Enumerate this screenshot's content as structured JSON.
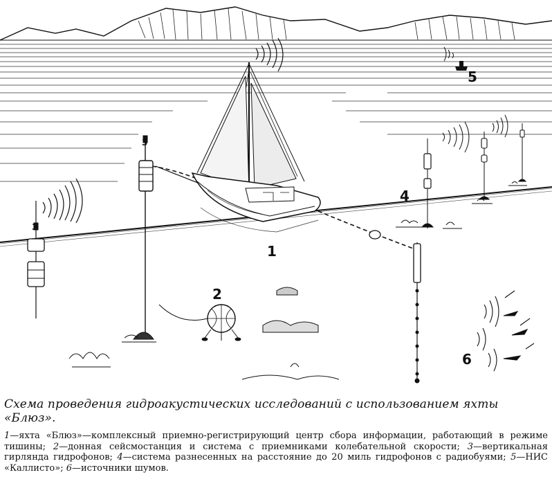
{
  "labels": {
    "yacht": "1",
    "bottom_station": "2",
    "vertical_garland_left": "3",
    "vertical_garland_right": "3",
    "spaced_system": "4",
    "ship": "5",
    "noise_sources": "6"
  },
  "caption": {
    "title": "Схема проведения гидроакустических исследований с использованием яхты «Блюз».",
    "legend": [
      {
        "num": "1",
        "text": "—яхта «Блюз»—комплексный приемно-регистрирующий центр сбора информации, работающий в режиме тишины; "
      },
      {
        "num": "2",
        "text": "—донная сейсмостанция и система с приемниками колебательной скорости; "
      },
      {
        "num": "3",
        "text": "—вертикальная гирлянда гидрофонов; "
      },
      {
        "num": "4",
        "text": "—система разнесенных на расстояние до 20 миль гидрофонов с радиобуями; "
      },
      {
        "num": "5",
        "text": "—НИС «Каллисто»; "
      },
      {
        "num": "6",
        "text": "—источники шумов."
      }
    ]
  }
}
